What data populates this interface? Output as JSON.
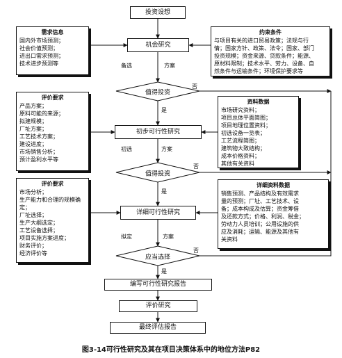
{
  "flow": {
    "start": "投资设想",
    "opportunity": "机会研究",
    "preliminary": "初步可行性研究",
    "detailed": "详细可行性研究",
    "write_report": "编写可行性研究报告",
    "evaluate": "评价研究",
    "final_report": "最终评估报告"
  },
  "decisions": {
    "d1": "值得投资",
    "d2": "值得投资",
    "d3": "应当选择"
  },
  "labels": {
    "alt1": "备选",
    "plan1": "方案",
    "alt2": "初选",
    "plan2": "方案",
    "alt3": "拟定",
    "plan3": "方案",
    "yes1": "是",
    "yes2": "是",
    "yes3": "是",
    "no1": "否",
    "no2": "否",
    "no3": "否"
  },
  "left_boxes": [
    {
      "title": "需求信息",
      "lines": [
        "国内外市场预测；",
        "社会价值预测；",
        "进出口需求预测；",
        "技术进步预测等"
      ]
    },
    {
      "title": "评价要求",
      "lines": [
        "产品方案；",
        "原料可能的来源；",
        "拟建规模；",
        "厂址方案；",
        "工艺技术方案；",
        "建设进度；",
        "市场销售分析；",
        "预计盈利水平等"
      ]
    },
    {
      "title": "评价要求",
      "lines": [
        "市场分析；",
        "生产能力和合理的规模确",
        "定；",
        "厂址选择；",
        "生产大纲选定；",
        "工艺设备选择；",
        "项目实施方案进度；",
        "财务评价；",
        "经济评价等"
      ]
    }
  ],
  "right_boxes": [
    {
      "title": "约束条件",
      "lines": [
        "与项目有关的进口贸易政策；法规与行",
        "情；国家方针、政策、法令；国家、部门",
        "投资规模；资金来源、贷款条件；能源、",
        "原材料限制；技术水平、劳力、设备、自",
        "然条件与运输条件；环境保护要求等"
      ]
    },
    {
      "title": "资料数据",
      "lines": [
        "市场研究资料；",
        "项目总体平面简图；",
        "项目地理位置资料；",
        "初选设备一览表；",
        "工艺流程简图；",
        "建筑物大致结构；",
        "成本价格资料；",
        "其他有关资料"
      ]
    },
    {
      "title": "详细资料数据",
      "lines": [
        "销售预测、产品结构及有效需求",
        "量的预测；厂址、工艺技术、设",
        "备；成本构成及估算；资金筹借",
        "及还款方式；价格、利润、税金；",
        "劳动力人员培训；公用设施的供",
        "应及消耗；运输、能源及其他有",
        "关资料"
      ]
    }
  ],
  "caption": "图3-14可行性研究及其在项目决策体系中的地位方法P82"
}
